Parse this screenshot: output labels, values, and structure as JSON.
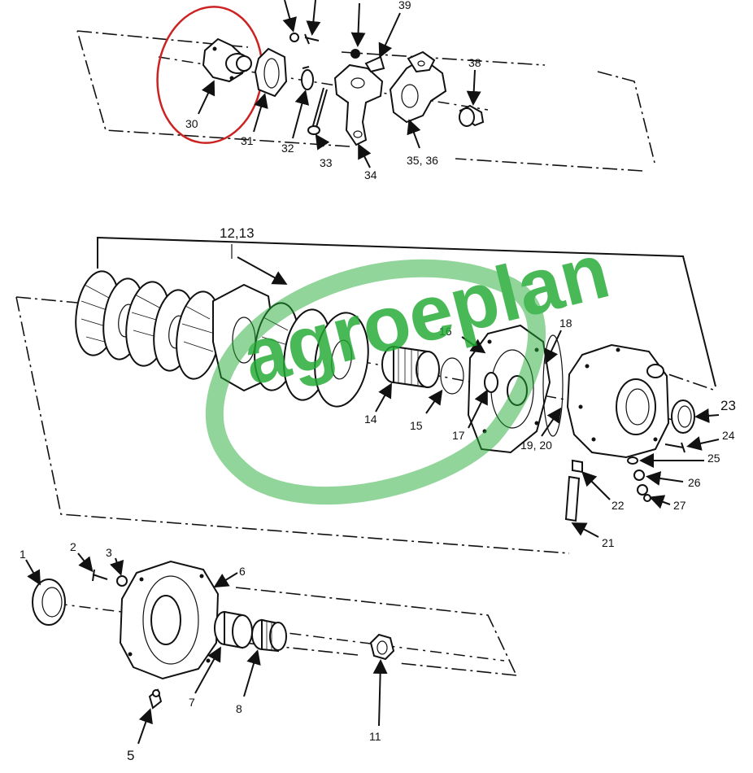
{
  "diagram": {
    "callouts": {
      "p1": "1",
      "p2": "2",
      "p3": "3",
      "p5": "5",
      "p6": "6",
      "p7": "7",
      "p8": "8",
      "p11": "11",
      "p12_13": "12,13",
      "p14": "14",
      "p15": "15",
      "p16": "16",
      "p17": "17",
      "p18": "18",
      "p19_20": "19, 20",
      "p21": "21",
      "p22": "22",
      "p23": "23",
      "p24": "24",
      "p25": "25",
      "p26": "26",
      "p27": "27",
      "p30": "30",
      "p31": "31",
      "p32": "32",
      "p33": "33",
      "p34": "34",
      "p35_36": "35, 36",
      "p38": "38",
      "p39": "39"
    },
    "highlight": {
      "part": "30",
      "color": "#cc2222"
    },
    "watermark": {
      "text": "agroeplan",
      "color": "#22aa33"
    }
  }
}
